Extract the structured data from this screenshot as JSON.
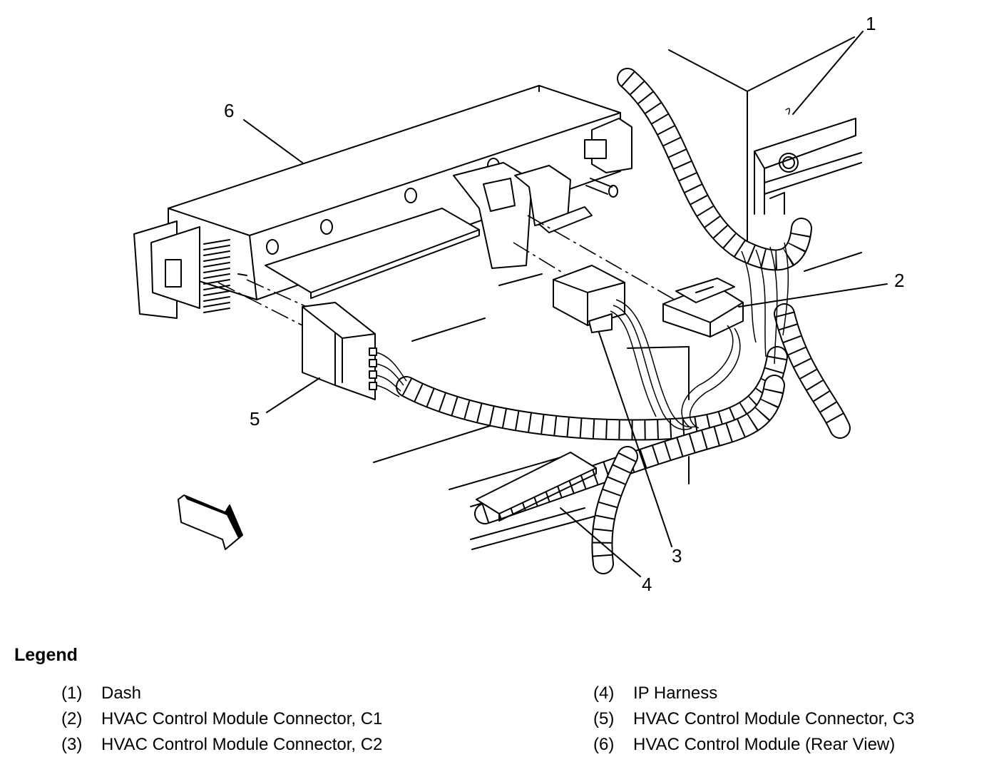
{
  "callouts": [
    "1",
    "2",
    "3",
    "4",
    "5",
    "6"
  ],
  "legend": {
    "title": "Legend",
    "items": [
      {
        "num": "(1)",
        "text": "Dash"
      },
      {
        "num": "(2)",
        "text": "HVAC Control Module Connector, C1"
      },
      {
        "num": "(3)",
        "text": "HVAC Control Module Connector, C2"
      },
      {
        "num": "(4)",
        "text": "IP Harness"
      },
      {
        "num": "(5)",
        "text": "HVAC Control Module Connector, C3"
      },
      {
        "num": "(6)",
        "text": "HVAC Control Module (Rear View)"
      }
    ]
  }
}
